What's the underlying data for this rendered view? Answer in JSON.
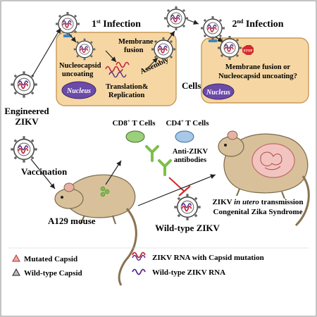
{
  "colors": {
    "cell_fill": "#f6d7a4",
    "cell_stroke": "#c89a55",
    "nucleus": "#6b4aa8",
    "virus_red": "#c0283c",
    "virus_purple": "#5b2a86",
    "inhibit": "#d42a2a",
    "antibody_green": "#7cbf4a",
    "tcell_green": "#9ad07a",
    "tcell_blue": "#a8c8e8",
    "mouse_fur": "#d8c19a"
  },
  "labels": {
    "first_infection": "1st Infection",
    "first_sup": "st",
    "membrane_fusion": "Membrane fusion",
    "nucleocapsid_uncoating": "Nucleocapsid uncoating",
    "nucleus": "Nucleus",
    "assembly": "Assembly",
    "translation_replication": "Translation& Replication",
    "cells": "Cells",
    "second_infection": "2nd Infection",
    "second_sup": "nd",
    "stop": "STOP",
    "question": "Membrane fusion or Nucleocapsid uncoating?",
    "engineered_zikv": "Engineered ZIKV",
    "cd8_tcells": "CD8+ T Cells",
    "cd4_tcells": "CD4+ T Cells",
    "anti_zikv_antibodies": "Anti-ZIKV antibodies",
    "vaccination": "Vaccination",
    "a129_mouse": "A129 mouse",
    "wild_type_zikv": "Wild-type ZIKV",
    "in_utero": "ZIKV in utero transmission",
    "congenital": "Congenital Zika Syndrome"
  },
  "legend": {
    "mutated_capsid": "Mutated Capsid",
    "wild_type_capsid": "Wild-type Capsid",
    "rna_mutation": "ZIKV RNA with Capsid mutation",
    "wild_type_rna": "Wild-type ZIKV RNA"
  }
}
